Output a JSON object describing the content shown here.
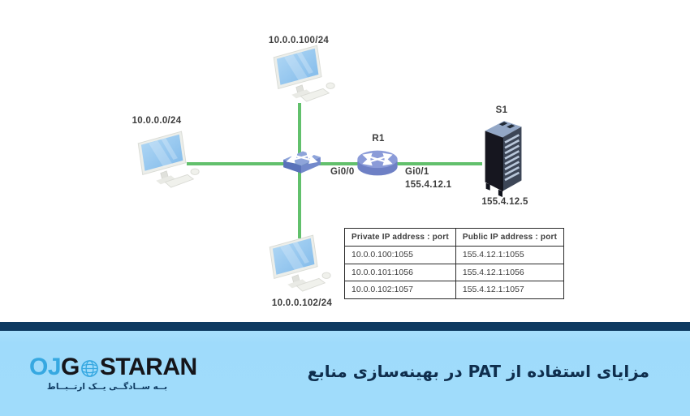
{
  "diagram": {
    "pc_top": {
      "label": "10.0.0.100/24"
    },
    "pc_left": {
      "label": "10.0.0.0/24"
    },
    "pc_bottom": {
      "label": "10.0.0.102/24"
    },
    "router": {
      "name": "R1",
      "left_if": "Gi0/0",
      "right_if": "Gi0/1",
      "right_ip": "155.4.12.1"
    },
    "server": {
      "name": "S1",
      "ip": "155.4.12.5"
    },
    "nat_table": {
      "headers": [
        "Private IP address : port",
        "Public IP address : port"
      ],
      "rows": [
        [
          "10.0.0.100:1055",
          "155.4.12.1:1055"
        ],
        [
          "10.0.0.101:1056",
          "155.4.12.1:1056"
        ],
        [
          "10.0.0.102:1057",
          "155.4.12.1:1057"
        ]
      ]
    }
  },
  "footer": {
    "logo": {
      "part_blue": "OJ",
      "part_dark1": "G",
      "part_dark2": "STARAN",
      "tagline": "بــه ســادگــی یــک ارتــبــاط"
    },
    "title": "مزایای استفاده از PAT در بهینه‌سازی منابع"
  },
  "icons": {
    "pc": "desktop-computer",
    "switch": "network-switch",
    "router": "router",
    "server": "server-rack",
    "globe": "wireframe-globe"
  },
  "colors": {
    "link_green": "#62c06c",
    "device_blue_top": "#8ea4da",
    "device_blue_side": "#5a72ba",
    "footer_bar_navy": "#0e3a61",
    "footer_blue": "#a0dcfb",
    "logo_blue": "#36a8e1",
    "title_navy": "#0f2e4d"
  }
}
